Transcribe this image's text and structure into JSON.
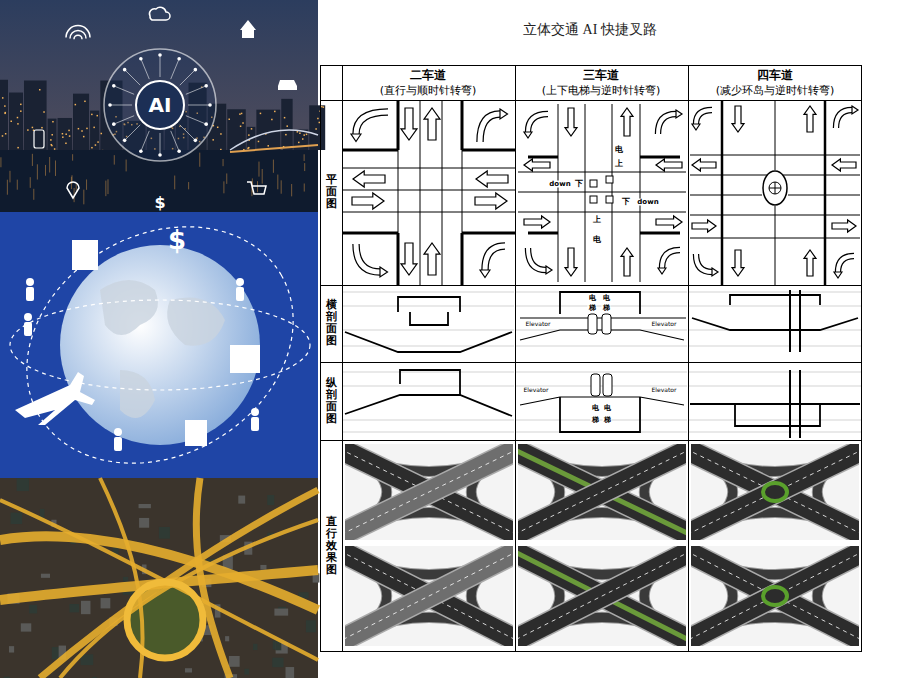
{
  "diagram": {
    "title": "立体交通 AI 快捷叉路",
    "labels": [
      "AI",
      "$",
      "$",
      "二车道",
      "(直行与顺时针转弯)",
      "三车道",
      "(上下电梯与逆时针转弯)",
      "四车道",
      "(减少环岛与逆时针转弯)",
      "平面图",
      "横剖面图",
      "纵剖面图",
      "直行效果图",
      "电",
      "上",
      "down",
      "下",
      "下",
      "down",
      "上",
      "电",
      "Elevator",
      "电",
      "电",
      "梯",
      "梯",
      "Elevator",
      "Elevator",
      "Elevator",
      "电",
      "电",
      "梯",
      "梯"
    ]
  }
}
